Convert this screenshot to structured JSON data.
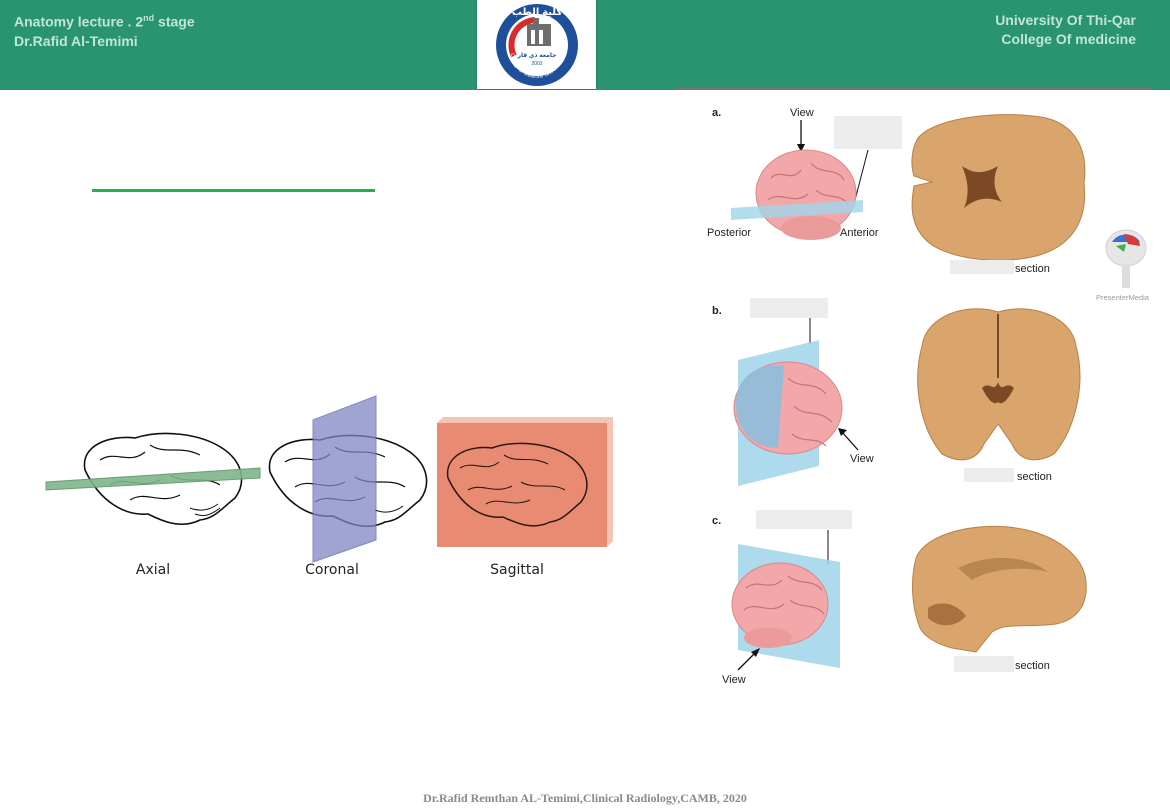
{
  "header": {
    "left_line1_prefix": "Anatomy lecture . 2",
    "left_line1_sup": "nd",
    "left_line1_suffix": " stage",
    "left_line2": "Dr.Rafid Al-Temimi",
    "right_line1": "University Of Thi-Qar",
    "right_line2": "College Of  medicine",
    "logo": {
      "arabic_top": "كلية الطب",
      "arabic_center": "جامعة ذي قار",
      "year": "2002",
      "ring_text": "College of Medicine University of Thi-Qar"
    }
  },
  "planes_figure": {
    "labels": [
      "Axial",
      "Coronal",
      "Sagittal"
    ],
    "colors": {
      "axial": "#7fb58a",
      "coronal": "#7f86c4",
      "sagittal": "#e98a72"
    }
  },
  "sections_figure": {
    "panels": [
      {
        "letter": "a.",
        "view": "View",
        "posterior": "Posterior",
        "anterior": "Anterior",
        "section": "section"
      },
      {
        "letter": "b.",
        "view": "View",
        "section": "section"
      },
      {
        "letter": "c.",
        "view": "View",
        "section": "section"
      }
    ],
    "colors": {
      "brain": "#f2a8a8",
      "plane": "#9fd4ea",
      "tissue": "#d9a56c"
    }
  },
  "watermark": {
    "text": "PresenterMedia"
  },
  "footer": {
    "text": "Dr.Rafid Remthan AL-Temimi,Clinical Radiology,CAMB, 2020"
  }
}
